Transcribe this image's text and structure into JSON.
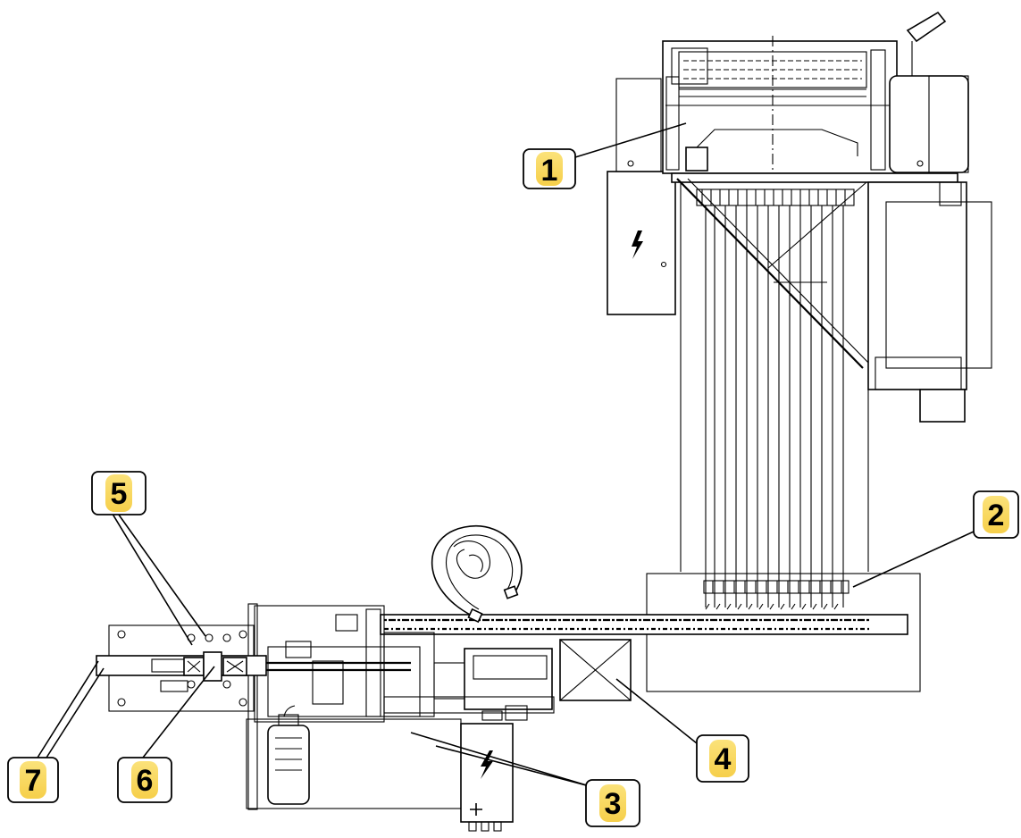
{
  "callouts": [
    {
      "id": "1",
      "label": "1"
    },
    {
      "id": "2",
      "label": "2"
    },
    {
      "id": "3",
      "label": "3"
    },
    {
      "id": "4",
      "label": "4"
    },
    {
      "id": "5",
      "label": "5"
    },
    {
      "id": "6",
      "label": "6"
    },
    {
      "id": "7",
      "label": "7"
    }
  ],
  "colors": {
    "badge_highlight": "#fbe27a",
    "line": "#000000",
    "background": "#ffffff"
  },
  "icons": [
    "lightning-bolt-icon",
    "plus-icon",
    "cross-box-icon",
    "coiled-hose-icon"
  ]
}
